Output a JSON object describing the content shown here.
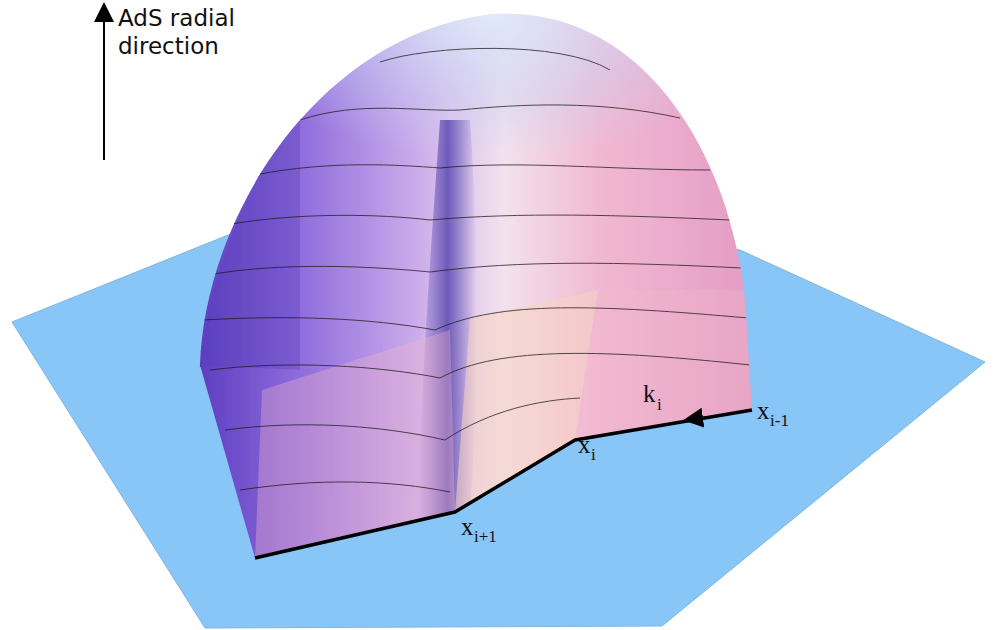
{
  "diagram": {
    "labels": [
      "AdS radial direction",
      "k",
      "i",
      "x",
      "i-1",
      "x",
      "i",
      "x",
      "i+1"
    ]
  }
}
